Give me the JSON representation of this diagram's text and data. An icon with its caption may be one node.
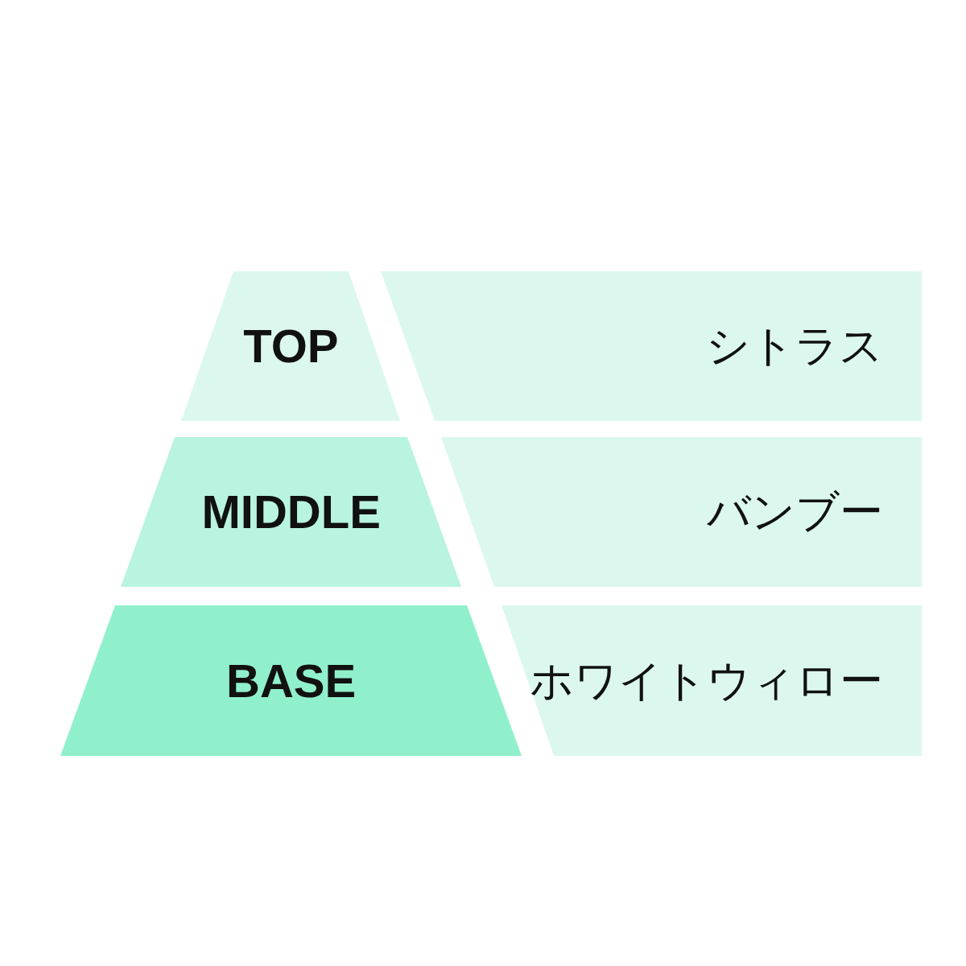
{
  "diagram": {
    "nodes": [
      {
        "text": [
          "TOP"
        ]
      },
      {
        "text": [
          "シトラス"
        ]
      },
      {
        "text": [
          "MIDDLE"
        ]
      },
      {
        "text": [
          "バンブー"
        ]
      },
      {
        "text": [
          "BASE"
        ]
      },
      {
        "text": [
          "ホワイトウィロー"
        ]
      }
    ]
  }
}
